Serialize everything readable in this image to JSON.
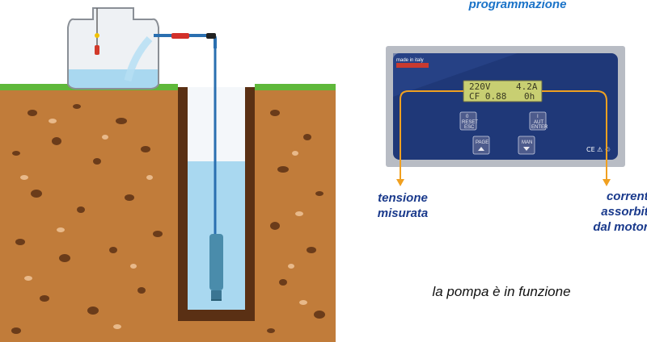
{
  "header": {
    "title": "programmazione"
  },
  "panel": {
    "made_in": "made in italy",
    "lcd": {
      "line1_left": "220V",
      "line1_right": "4.2A",
      "line2_left": "CF 0.88",
      "line2_right": "0h"
    },
    "buttons": {
      "reset_top": "0",
      "reset_mid": "RESET",
      "reset_bot": "ESC",
      "aut_top": "I",
      "aut_mid": "AUT",
      "aut_bot": "ENTER",
      "page": "PAGE",
      "man": "MAN"
    },
    "certification": "CE ⚠ ♲"
  },
  "labels": {
    "voltage_line1": "tensione",
    "voltage_line2": "misurata",
    "current_line1": "corrente",
    "current_line2": "assorbita",
    "current_line3": "dal motore"
  },
  "status": "la pompa è in funzione",
  "colors": {
    "soil": "#c17c3a",
    "grass": "#5fb83a",
    "water": "#a9d8f0",
    "panel_blue": "#1f3878",
    "callout": "#f0a020",
    "label_blue": "#1a3a8c"
  }
}
